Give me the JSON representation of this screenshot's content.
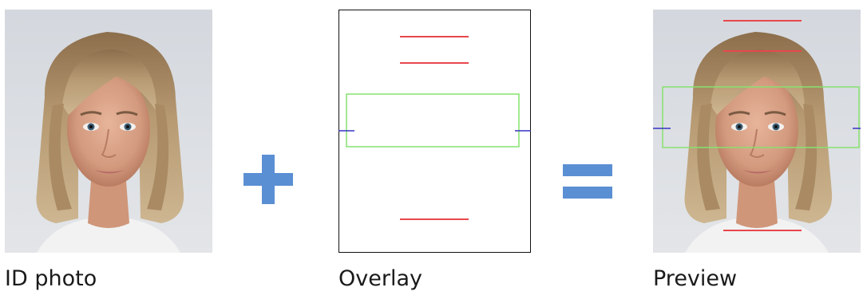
{
  "panels": {
    "id_photo": {
      "caption": "ID photo"
    },
    "overlay": {
      "caption": "Overlay"
    },
    "preview": {
      "caption": "Preview"
    }
  },
  "operators": {
    "plus": "+",
    "equals": "="
  },
  "colors": {
    "operator": "#5b8fd3",
    "guide_red": "#e8474c",
    "guide_green": "#86e26f",
    "guide_blue": "#3434c4",
    "overlay_border": "#111111",
    "photo_background": "#d9dde2"
  }
}
